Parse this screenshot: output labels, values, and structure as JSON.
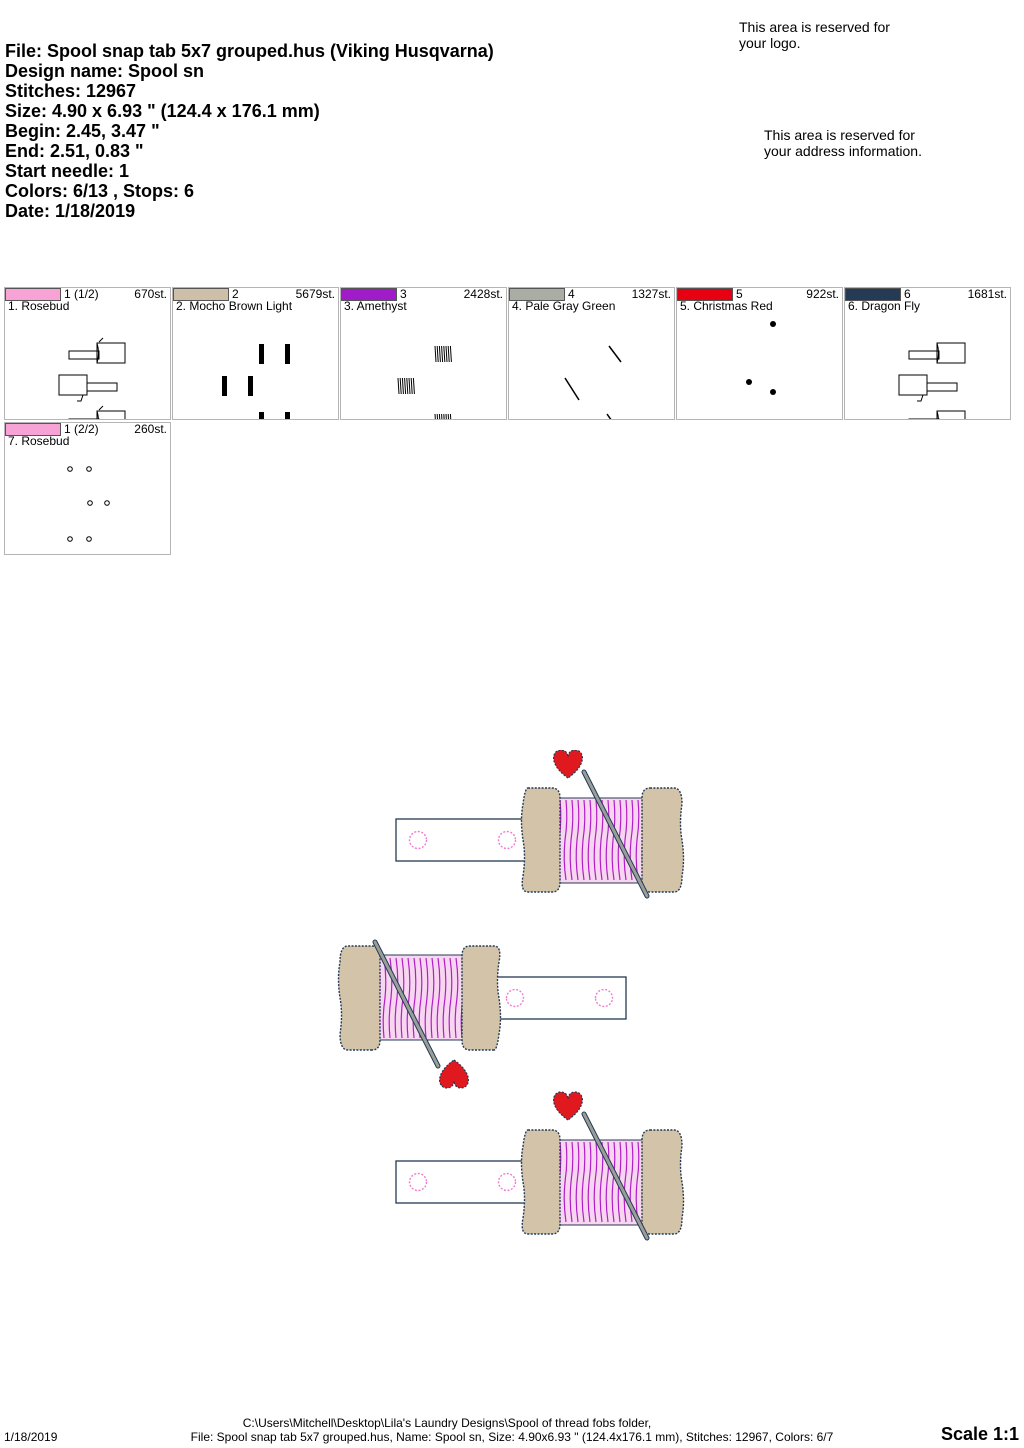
{
  "header": {
    "file": "File: Spool snap tab 5x7 grouped.hus  (Viking Husqvarna)",
    "design_name": "Design name: Spool sn",
    "stitches": "Stitches: 12967",
    "size": "Size: 4.90 x 6.93 \" (124.4 x 176.1 mm)",
    "begin": "Begin: 2.45, 3.47 \"",
    "end": "End: 2.51, 0.83 \"",
    "start_needle": "Start needle: 1",
    "colors_stops": "Colors: 6/13 , Stops: 6",
    "date": "Date: 1/18/2019"
  },
  "logo_area": [
    "This area is reserved for",
    "your logo."
  ],
  "address_area": [
    "This area is reserved for",
    "your address information."
  ],
  "color_stops": [
    {
      "index": "1 (1/2)",
      "name": "1. Rosebud",
      "stitches": "670st.",
      "color": "#f7a3d6",
      "thumb": "tabs"
    },
    {
      "index": "2",
      "name": "2. Mocho Brown Light",
      "stitches": "5679st.",
      "color": "#cdbfa8",
      "thumb": "ends"
    },
    {
      "index": "3",
      "name": "3. Amethyst",
      "stitches": "2428st.",
      "color": "#a01cc8",
      "thumb": "threads"
    },
    {
      "index": "4",
      "name": "4. Pale Gray Green",
      "stitches": "1327st.",
      "color": "#a9ada4",
      "thumb": "needles"
    },
    {
      "index": "5",
      "name": "5. Christmas Red",
      "stitches": "922st.",
      "color": "#e60012",
      "thumb": "hearts"
    },
    {
      "index": "6",
      "name": "6. Dragon Fly",
      "stitches": "1681st.",
      "color": "#243a55",
      "thumb": "outlines"
    },
    {
      "index": "1 (2/2)",
      "name": "7. Rosebud",
      "stitches": "260st.",
      "color": "#f7a3d6",
      "thumb": "snaps"
    }
  ],
  "footer": {
    "date": "1/18/2019",
    "path": "C:\\Users\\Mitchell\\Desktop\\Lila's Laundry Designs\\Spool of thread fobs folder,",
    "file_line": "File: Spool snap tab 5x7 grouped.hus, Name: Spool sn, Size: 4.90x6.93 \" (124.4x176.1 mm), Stitches: 12967, Colors: 6/7",
    "scale": "Scale 1:1"
  },
  "design_colors": {
    "tab_outline": "#243a55",
    "snap_ring": "#f07ccf",
    "spool_wood": "#d3c3a9",
    "spool_outline": "#243a55",
    "thread_fill": "#f7d6f0",
    "thread_lines": "#b21ec8",
    "needle": "#9a9e98",
    "heart": "#e0191f"
  }
}
